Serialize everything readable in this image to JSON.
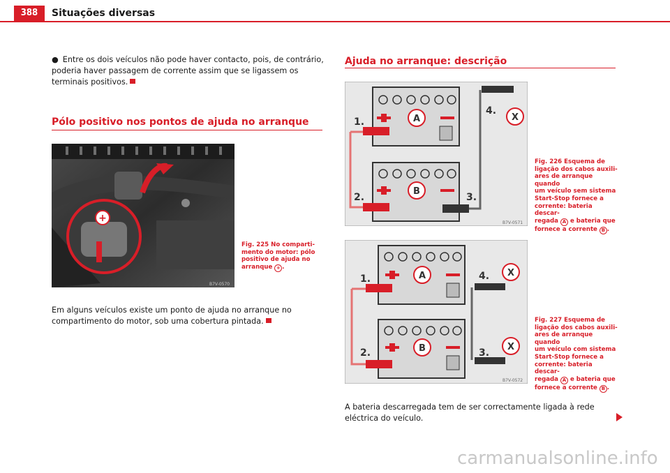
{
  "header": {
    "page_number": "388",
    "title": "Situações diversas"
  },
  "left": {
    "bullet": "●",
    "bullet_text": "Entre os dois veículos não pode haver contacto, pois, de contrário, poderia haver passagem de corrente assim que se ligassem os terminais positivos.",
    "section_title": "Pólo positivo nos pontos de ajuda no arranque",
    "fig225": {
      "caption_lines": [
        "Fig. 225   No comparti-",
        "mento do motor: pólo",
        "positivo de ajuda no",
        "arranque"
      ],
      "symbol": "+",
      "code": "B7V-0570"
    },
    "para": "Em alguns veículos existe um ponto de ajuda no arranque no compartimento do motor, sob uma cobertura pintada."
  },
  "right": {
    "section_title": "Ajuda no arranque: descrição",
    "fig226": {
      "caption_lines": [
        "Fig. 226   Esquema de",
        "ligação dos cabos auxili-",
        "ares de arranque quando",
        "um veículo sem sistema",
        "Start-Stop fornece a",
        "corrente: bateria descar-"
      ],
      "caption_tail_1": "regada",
      "caption_tail_2": "e bateria que",
      "caption_tail_3": "fornece a corrente",
      "code": "B7V-0571",
      "labels": {
        "n1": "1.",
        "n2": "2.",
        "n3": "3.",
        "n4": "4.",
        "a": "A",
        "b": "B",
        "x": "X"
      }
    },
    "fig227": {
      "caption_lines": [
        "Fig. 227   Esquema de",
        "ligação dos cabos auxili-",
        "ares de arranque quando",
        "um veículo com sistema",
        "Start-Stop fornece a",
        "corrente: bateria descar-"
      ],
      "caption_tail_1": "regada",
      "caption_tail_2": "e bateria que",
      "caption_tail_3": "fornece a corrente",
      "code": "B7V-0572",
      "labels": {
        "n1": "1.",
        "n2": "2.",
        "n3": "3.",
        "n4": "4.",
        "a": "A",
        "b": "B",
        "x": "X"
      }
    },
    "circle_a": "A",
    "circle_b": "B",
    "para": "A bateria descarregada tem de ser correctamente ligada à rede eléctrica do veículo."
  },
  "watermark": "carmanualsonline.info",
  "colors": {
    "accent": "#d81e28",
    "diagram_bg": "#e8e8e8"
  }
}
